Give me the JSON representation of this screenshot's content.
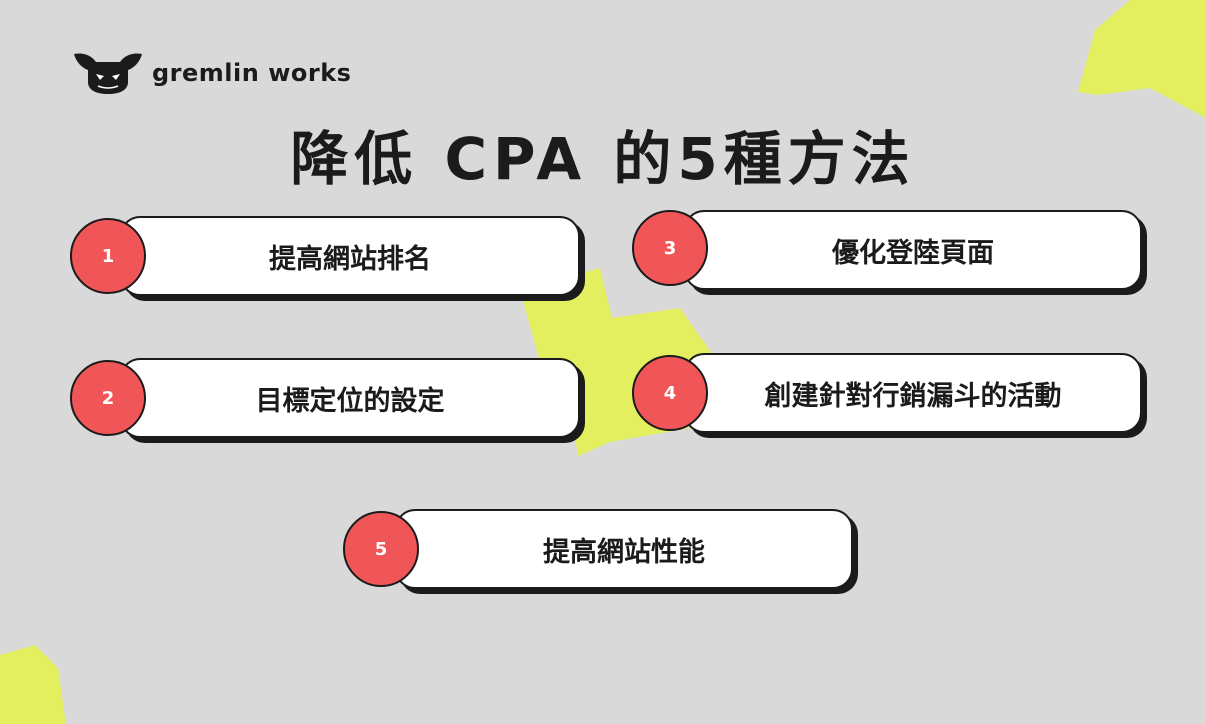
{
  "brand": {
    "name": "gremlin works",
    "logo_icon": "gremlin-mascot-icon"
  },
  "title": "降低 CPA 的5種方法",
  "colors": {
    "background": "#d9d9d9",
    "accent_shape": "#e3ef5f",
    "badge": "#f05658",
    "card": "#ffffff",
    "ink": "#1b1b1b"
  },
  "steps": [
    {
      "number": "1",
      "label": "提高網站排名"
    },
    {
      "number": "2",
      "label": "目標定位的設定"
    },
    {
      "number": "3",
      "label": "優化登陸頁面"
    },
    {
      "number": "4",
      "label": "創建針對行銷漏斗的活動"
    },
    {
      "number": "5",
      "label": "提高網站性能"
    }
  ]
}
